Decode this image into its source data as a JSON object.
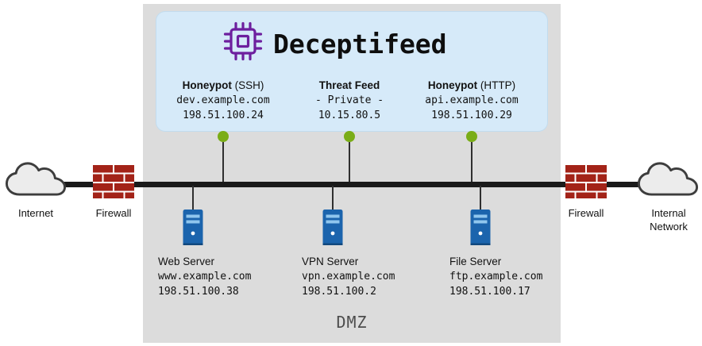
{
  "header": {
    "title": "Deceptifeed"
  },
  "zone": {
    "label": "DMZ"
  },
  "left_edge": {
    "cloud_label": "Internet",
    "firewall_label": "Firewall"
  },
  "right_edge": {
    "firewall_label": "Firewall",
    "cloud_label": "Internal Network"
  },
  "honeypots": [
    {
      "title_bold": "Honeypot",
      "title_rest": " (SSH)",
      "host": "dev.example.com",
      "ip": "198.51.100.24"
    },
    {
      "title_bold": "Threat Feed",
      "title_rest": "",
      "host": "- Private -",
      "ip": "10.15.80.5"
    },
    {
      "title_bold": "Honeypot",
      "title_rest": " (HTTP)",
      "host": "api.example.com",
      "ip": "198.51.100.29"
    }
  ],
  "servers": [
    {
      "name": "Web Server",
      "host": "www.example.com",
      "ip": "198.51.100.38"
    },
    {
      "name": "VPN Server",
      "host": "vpn.example.com",
      "ip": "198.51.100.2"
    },
    {
      "name": "File Server",
      "host": "ftp.example.com",
      "ip": "198.51.100.17"
    }
  ],
  "icons": {
    "cpu_chip": "cpu-chip-outline",
    "cloud": "cloud-shape",
    "firewall": "red-brick-wall",
    "server": "blue-server-tower",
    "connector_dot": "green-circle"
  },
  "colors": {
    "dmz_bg": "#dcdcdc",
    "panel_bg": "#d6eaf9",
    "accent_purple": "#6d1f9e",
    "dot_green": "#7aad17",
    "server_blue": "#1b64ad",
    "server_stripe": "#8fc6ee",
    "firewall_red": "#a32318",
    "bus_black": "#1a1a1a"
  }
}
